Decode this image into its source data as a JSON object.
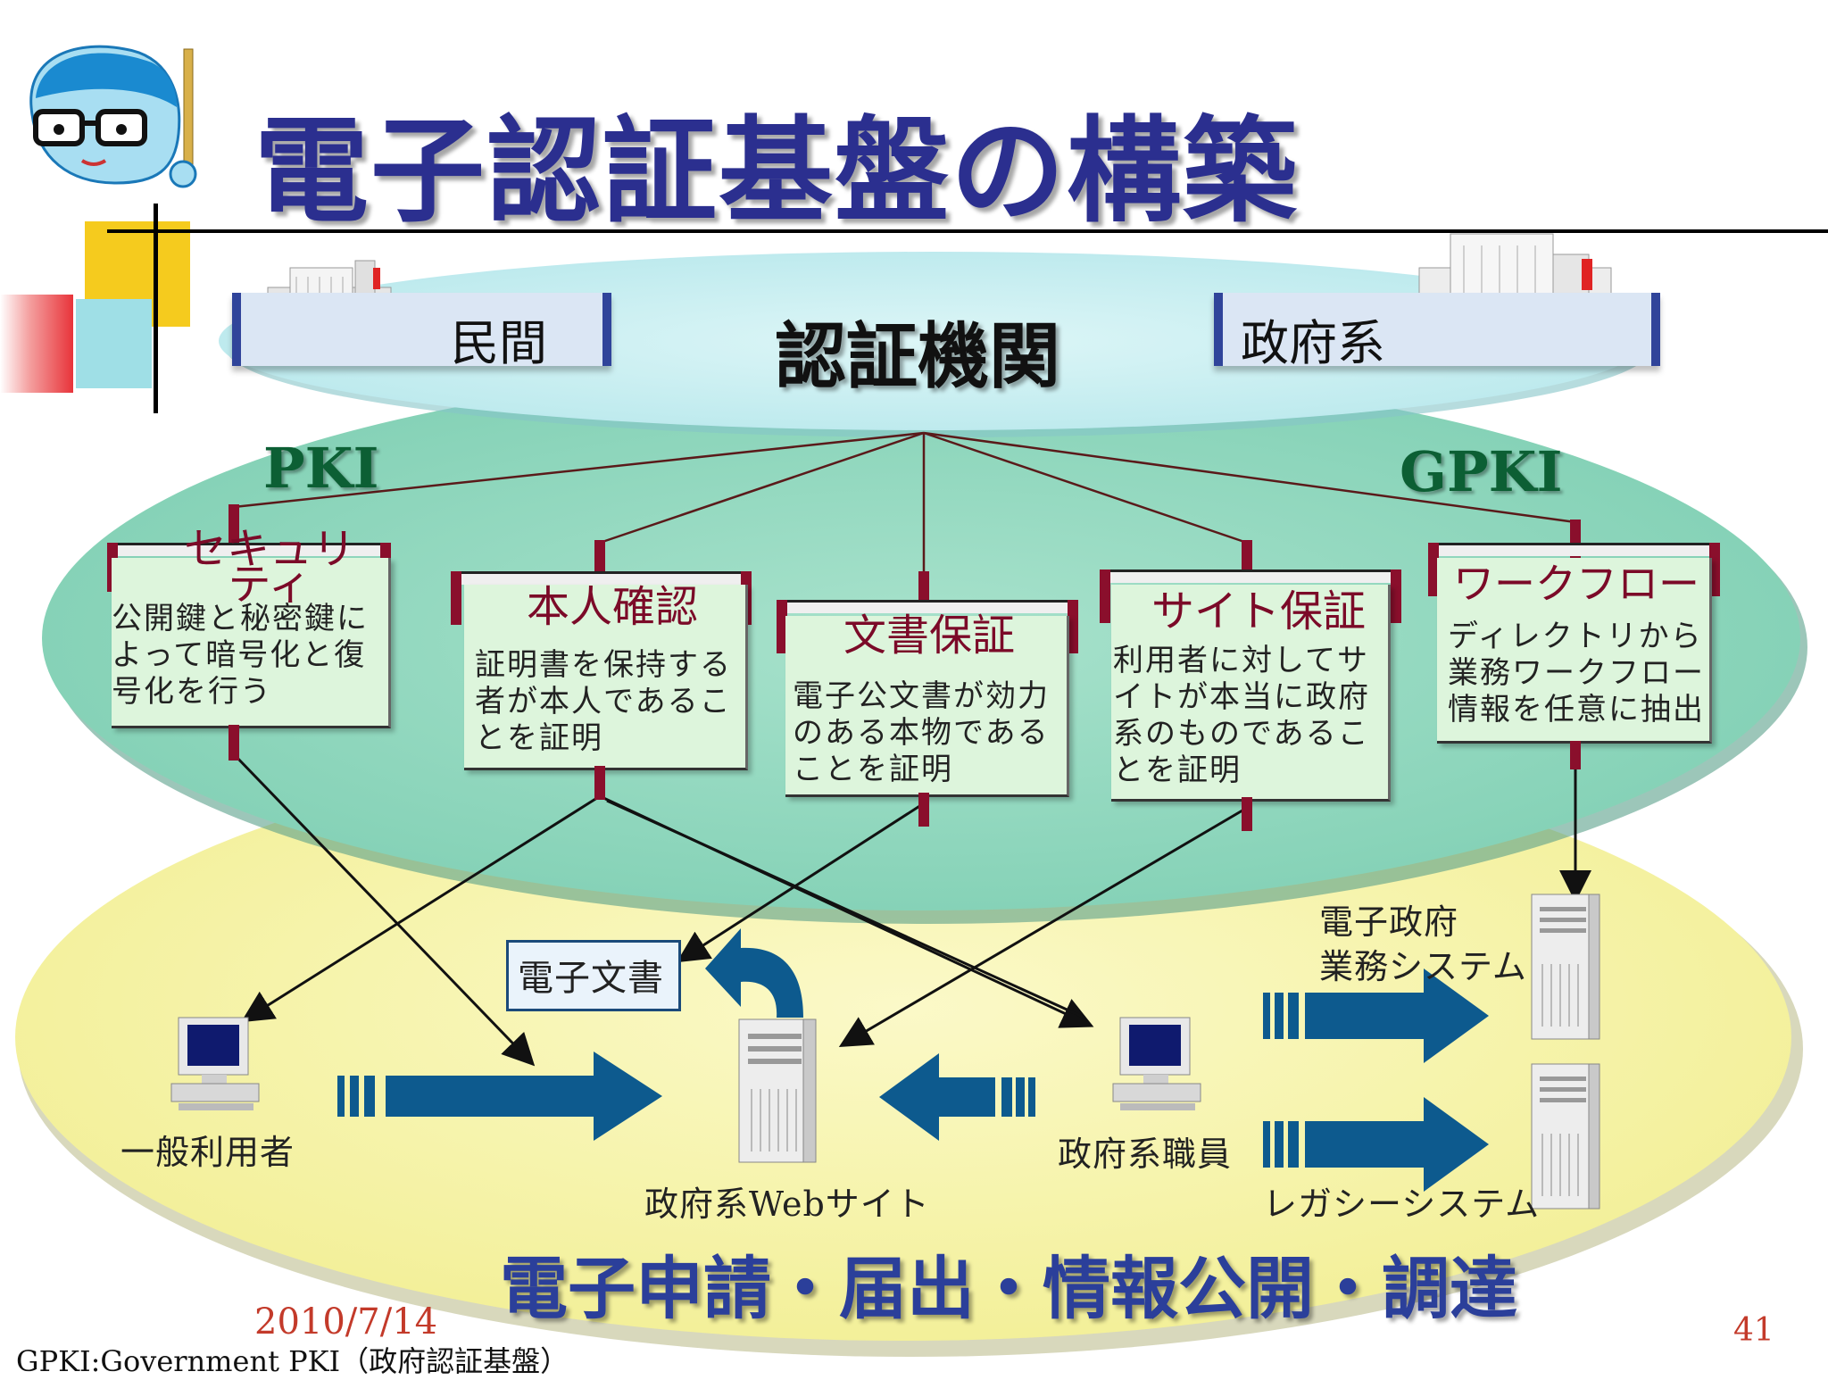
{
  "slide": {
    "title": "電子認証基盤の構築",
    "date": "2010/7/14",
    "page_number": "41",
    "footnote": "GPKI:Government PKI（政府認証基盤）"
  },
  "top_tier": {
    "center_label": "認証機関",
    "private_label": "民間",
    "government_label": "政府系",
    "left_zone_label": "PKI",
    "right_zone_label": "GPKI"
  },
  "services": [
    {
      "title": "セキュリティ",
      "desc": "公開鍵と秘密鍵によって暗号化と復号化を行う"
    },
    {
      "title": "本人確認",
      "desc": "証明書を保持する者が本人であることを証明"
    },
    {
      "title": "文書保証",
      "desc": "電子公文書が効力のある本物であることを証明"
    },
    {
      "title": "サイト保証",
      "desc": "利用者に対してサイトが本当に政府系のものであることを証明"
    },
    {
      "title": "ワークフロー",
      "desc": "ディレクトリから業務ワークフロー情報を任意に抽出"
    }
  ],
  "bottom_tier": {
    "general_user": "一般利用者",
    "electronic_document": "電子文書",
    "gov_website": "政府系Webサイト",
    "gov_staff": "政府系職員",
    "egov_system_line1": "電子政府",
    "egov_system_line2": "業務システム",
    "legacy_system": "レガシーシステム",
    "footer_banner": "電子申請・届出・情報公開・調達"
  },
  "colors": {
    "title_blue": "#2b2f8f",
    "card_title": "#7b0a28",
    "pki_green": "#0c5f34",
    "arrow_blue": "#0d5a8e",
    "top_ellipse": "#c8eef0",
    "middle_ellipse": "#8fd6bd",
    "bottom_ellipse": "#f6f3a6"
  }
}
